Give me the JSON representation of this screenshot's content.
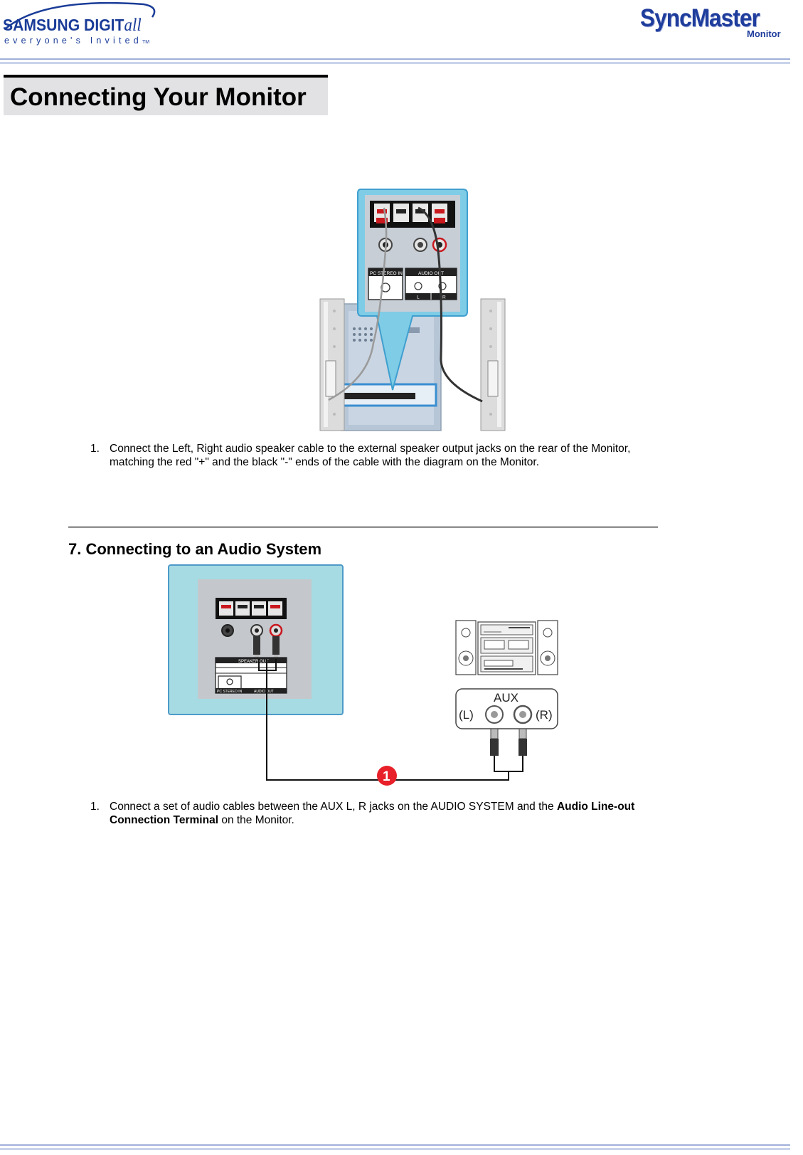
{
  "header": {
    "brand_word": "SAMSUNG DIGIT",
    "brand_word_italic": "all",
    "brand_tagline": "everyone's Invited",
    "brand_tagline_tm": "TM",
    "product_word": "SyncMaster",
    "product_sub": "Monitor"
  },
  "page": {
    "title": "Connecting Your Monitor"
  },
  "step_speakers": {
    "number": "1.",
    "text": "Connect the Left, Right audio speaker cable to the external speaker output jacks on the rear of the Monitor, matching the red \"+\" and the black \"-\" ends of the cable with the diagram on the Monitor."
  },
  "figure_speakers": {
    "pc_stereo_in_label": "PC STEREO IN",
    "audio_out_label": "AUDIO OUT",
    "left_label": "L",
    "right_label": "R"
  },
  "section_audio": {
    "title": "7. Connecting to an Audio System"
  },
  "figure_audio": {
    "speaker_label": "SPEAKER OUT",
    "pc_stereo_in_label": "PC STEREO IN",
    "audio_out_label": "AUDIO OUT",
    "aux_label": "AUX",
    "aux_left": "(L)",
    "aux_right": "(R)",
    "callout_number": "1"
  },
  "step_audio": {
    "number": "1.",
    "text_before": "Connect a set of audio cables between the AUX L, R jacks on the AUDIO SYSTEM and the ",
    "text_bold": "Audio Line-out Connection Terminal",
    "text_after": " on the Monitor."
  },
  "colors": {
    "brand_blue": "#1a3c98",
    "callout_blue": "#7fcce6",
    "panel_teal": "#a6dbe3",
    "callout_red": "#e8202a",
    "title_bg": "#e2e2e4"
  }
}
